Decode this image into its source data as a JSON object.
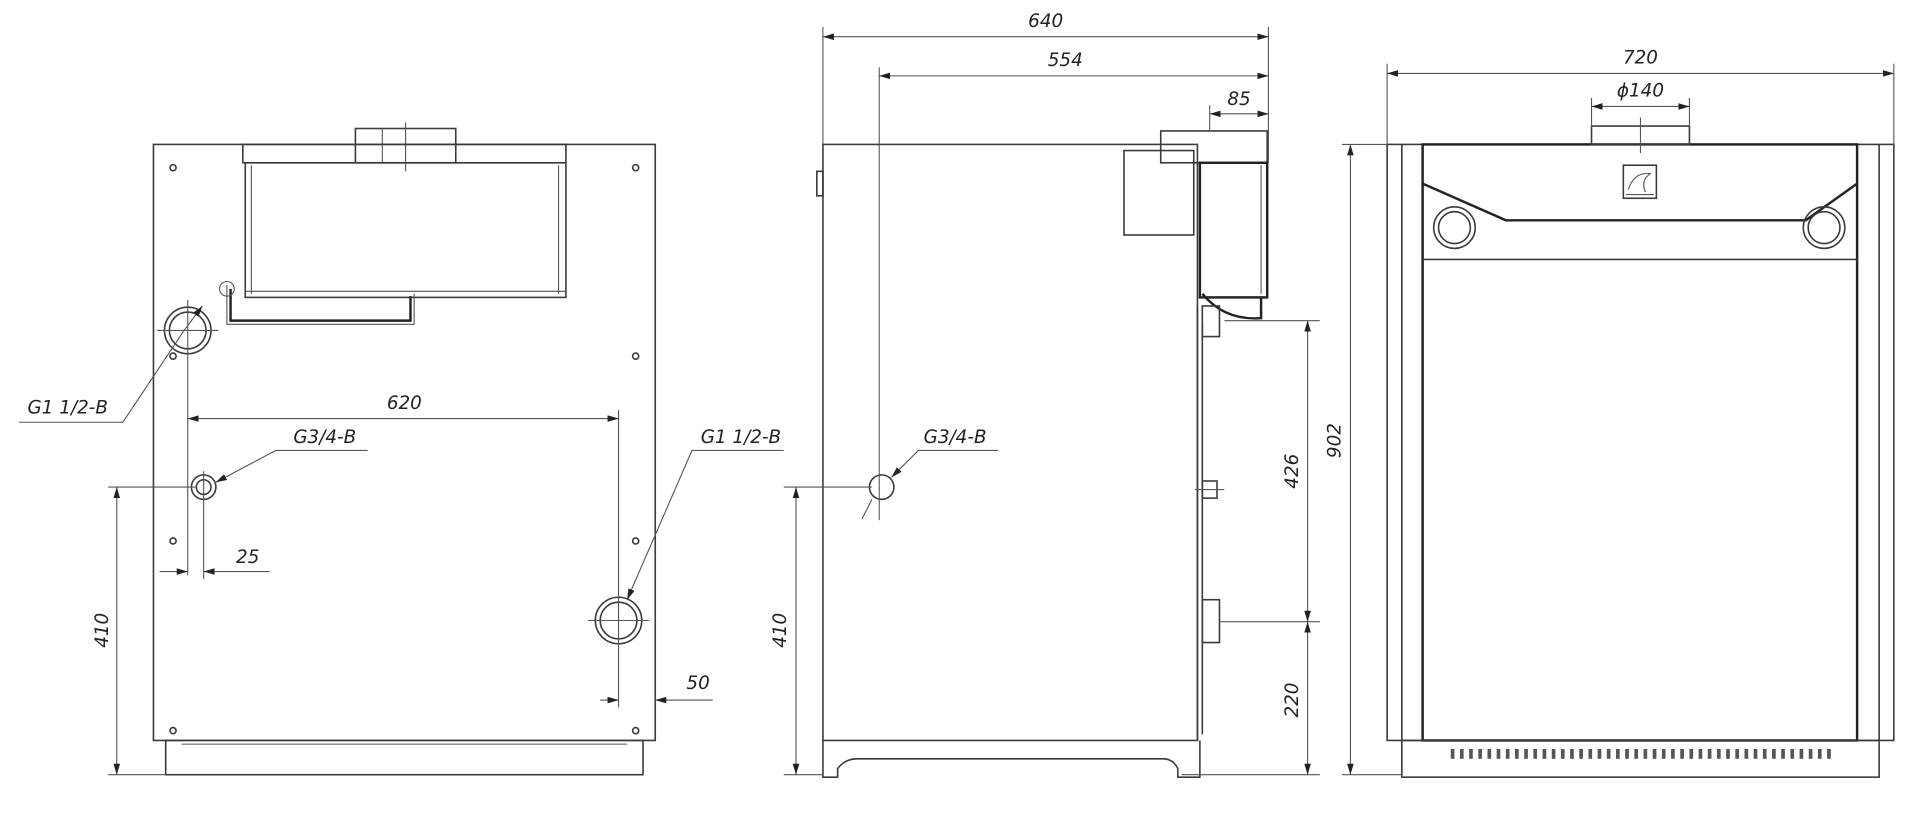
{
  "drawing": {
    "rear_view": {
      "dim_width_pipes": "620",
      "dim_offset_small": "25",
      "dim_offset_right": "50",
      "dim_height_small_pipe": "410",
      "label_top_pipe": "G1 1/2-B",
      "label_small_pipe": "G3/4-B",
      "label_bottom_pipe": "G1 1/2-B"
    },
    "side_view": {
      "dim_depth_total": "640",
      "dim_depth_pipe": "554",
      "dim_flue_offset": "85",
      "dim_pipe_spacing": "426",
      "dim_bottom_pipe_height": "220",
      "dim_small_pipe_height": "410",
      "label_small_pipe": "G3/4-B"
    },
    "front_view": {
      "dim_width_total": "720",
      "dim_flue_diameter": "ϕ140",
      "dim_height_total": "902"
    }
  }
}
